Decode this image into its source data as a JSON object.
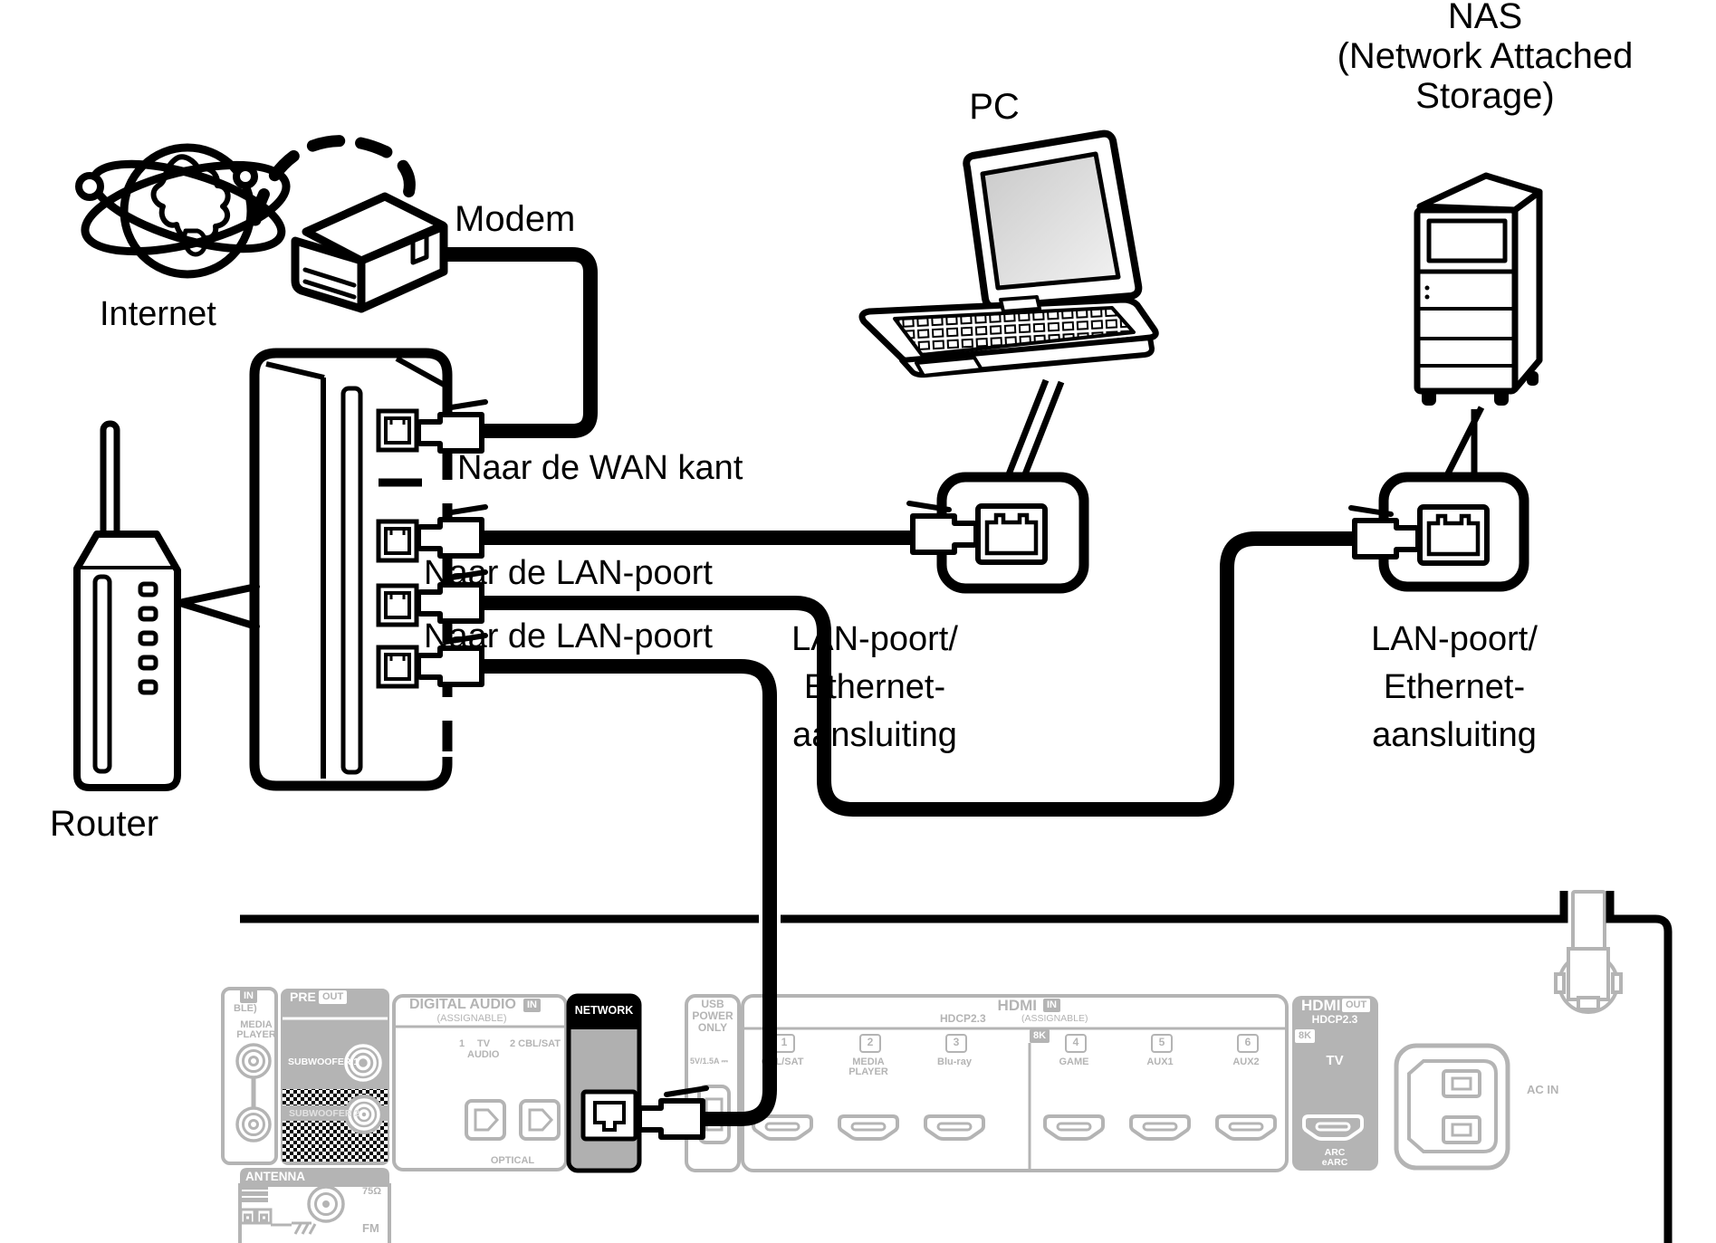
{
  "diagram": {
    "internet_label": "Internet",
    "modem_label": "Modem",
    "router_label": "Router",
    "pc_label": "PC",
    "nas_line1": "NAS",
    "nas_line2": "(Network Attached",
    "nas_line3": "Storage)",
    "wan_label": "Naar de WAN kant",
    "lan_label_1": "Naar de LAN-poort",
    "lan_label_2": "Naar de LAN-poort",
    "pc_port_line1": "LAN-poort/",
    "pc_port_line2": "Ethernet-",
    "pc_port_line3": "aansluiting",
    "nas_port_line1": "LAN-poort/",
    "nas_port_line2": "Ethernet-",
    "nas_port_line3": "aansluiting"
  },
  "receiver": {
    "left_block": {
      "in_badge": "IN",
      "assignable_cut": "BLE)",
      "media_line1": "MEDIA",
      "media_line2": "PLAYER"
    },
    "preout": {
      "title": "PRE",
      "out_badge": "OUT",
      "sub1": "SUBWOOFER 1",
      "sub2": "SUBWOOFER 2"
    },
    "digital_audio": {
      "title": "DIGITAL AUDIO",
      "in_badge": "IN",
      "assignable": "(ASSIGNABLE)",
      "opt1_num": "1",
      "opt1_line1": "TV",
      "opt1_line2": "AUDIO",
      "opt2": "2 CBL/SAT",
      "optical": "OPTICAL"
    },
    "network": {
      "title": "NETWORK"
    },
    "usb": {
      "line1": "USB",
      "line2": "POWER",
      "line3": "ONLY",
      "rating": "5V/1.5A ⎓"
    },
    "hdmi_in": {
      "title": "HDMI",
      "in_badge": "IN",
      "hdcp": "HDCP2.3",
      "assignable": "(ASSIGNABLE)",
      "badge_8k": "8K",
      "inputs": [
        {
          "num": "1",
          "label": "CBL/SAT",
          "label2": ""
        },
        {
          "num": "2",
          "label": "MEDIA",
          "label2": "PLAYER"
        },
        {
          "num": "3",
          "label": "Blu-ray",
          "label2": ""
        },
        {
          "num": "4",
          "label": "GAME",
          "label2": ""
        },
        {
          "num": "5",
          "label": "AUX1",
          "label2": ""
        },
        {
          "num": "6",
          "label": "AUX2",
          "label2": ""
        }
      ]
    },
    "hdmi_out": {
      "title": "HDMI",
      "out_badge": "OUT",
      "hdcp": "HDCP2.3",
      "badge_8k": "8K",
      "tv": "TV",
      "arc": "ARC",
      "earc": "eARC"
    },
    "ac_in_label": "AC IN",
    "antenna": {
      "title": "ANTENNA",
      "ohm": "75Ω",
      "fm": "FM"
    }
  },
  "colors": {
    "line_black": "#000000",
    "panel_gray": "#b4b4b4",
    "screen_gray": "#d8d8d8"
  }
}
